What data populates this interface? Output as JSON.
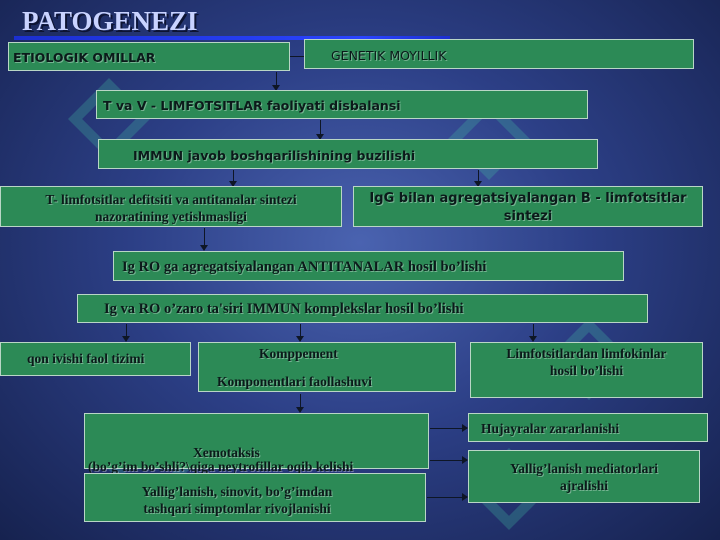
{
  "title": "PATOGENEZI",
  "boxes": {
    "etiologik": "ETIOLOGIK OMILLAR",
    "genetik": "GENETIK MOYILLIK",
    "limfotsitlar": "T  va  V - LIMFOTSITLAR faoliyati disbalansi",
    "immun": "IMMUN javob boshqarilishining buzilishi",
    "t_defitsit_1": "T-  limfotsitlar defitsiti va antitanalar sintezi",
    "t_defitsit_2": "nazoratining yetishmasligi",
    "igg_1": "IgG bilan agregatsiyalangan B - limfotsitlar",
    "igg_2": "sintezi",
    "ig_ro": "Ig RO ga agregatsiyalangan ANTITANALAR hosil bo’lishi",
    "ig_va_ro": "Ig va RO o’zaro ta'siri  IMMUN komplekslar hosil bo’lishi",
    "qon": "qon ivishi faol tizimi",
    "komp_1": "Komppement",
    "komp_2": "Komponentlari faollashuvi",
    "limfokin_1": "Limfotsitlardan limfokinlar",
    "limfokin_2": "hosil bo’lishi",
    "xemotaksis_1": "Xemotaksis",
    "xemotaksis_2": "(bo’g’im bo’shli?\\qiga neytrofillar oqib kelishi",
    "hujayra": "Hujayralar zararlanishi",
    "yallig_1": "Yallig’lanish, sinovit, bo’g’imdan",
    "yallig_2": "tashqari simptomlar rivojlanishi",
    "mediator_1": "Yallig’lanish mediatorlari",
    "mediator_2": "ajralishi"
  },
  "colors": {
    "box_fill": "#2c8a56",
    "title_rule": "#2a44ff",
    "background": "#2c3f86"
  }
}
